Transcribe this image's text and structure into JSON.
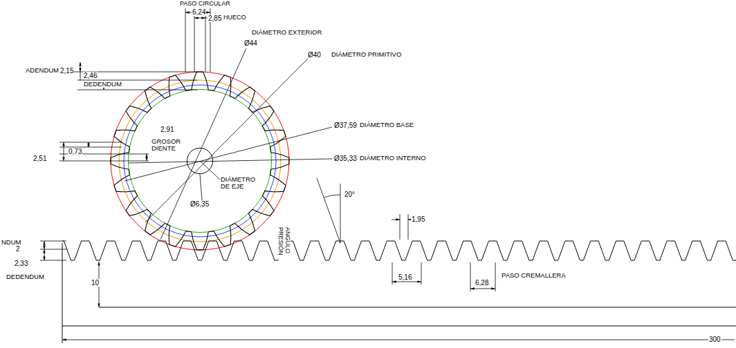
{
  "diagram": {
    "labels": [
      "PASO CIRCULAR",
      "6,24",
      "2,85",
      "HUECO",
      "DIÁMETRO EXTERIOR",
      "Ø44",
      "Ø40",
      "DIÁMETRO PRIMITIVO",
      "ADENDUM",
      "2,15",
      "2,46",
      "DEDENDUM",
      "Ø37,59",
      "DIÁMETRO BASE",
      "2,91",
      "GROSOR DIENTE",
      "2,51",
      "0,73",
      "Ø35,33",
      "DIÁMETRO INTERNO",
      "DIÁMETRO DE EJE",
      "Ø6,35",
      "20°",
      "1,95",
      "ANGULO PRESIÓN",
      "NDUM",
      "2",
      "2,33",
      "DEDENDUM",
      "10",
      "5,16",
      "PASO CREMALLERA",
      "6,28",
      "300"
    ]
  }
}
